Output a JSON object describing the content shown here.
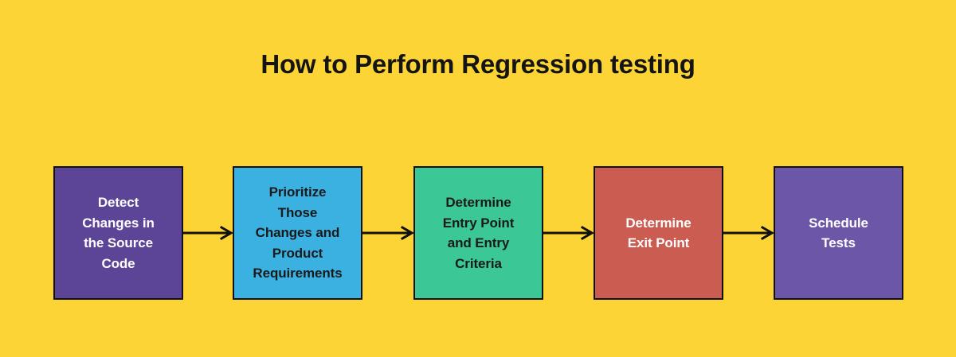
{
  "page": {
    "background_color": "#FCD435",
    "title": "How to Perform Regression testing"
  },
  "diagram": {
    "type": "horizontal-flowchart",
    "arrow_color": "#111111",
    "border_color": "#111111",
    "steps": [
      {
        "index": 1,
        "label": "Detect\nChanges in\nthe Source\nCode",
        "fill": "#5C4496",
        "text_color": "#FFFFFF"
      },
      {
        "index": 2,
        "label": "Prioritize\nThose\nChanges and\nProduct\nRequirements",
        "fill": "#3BB1E2",
        "text_color": "#1A1A1A"
      },
      {
        "index": 3,
        "label": "Determine\nEntry Point\nand Entry\nCriteria",
        "fill": "#3CC796",
        "text_color": "#1A1A1A"
      },
      {
        "index": 4,
        "label": "Determine\nExit Point",
        "fill": "#CA5C52",
        "text_color": "#FFFFFF"
      },
      {
        "index": 5,
        "label": "Schedule\nTests",
        "fill": "#6B56A8",
        "text_color": "#FFFFFF"
      }
    ],
    "connectors": [
      {
        "from": 1,
        "to": 2,
        "kind": "arrow-right"
      },
      {
        "from": 2,
        "to": 3,
        "kind": "arrow-right"
      },
      {
        "from": 3,
        "to": 4,
        "kind": "arrow-right"
      },
      {
        "from": 4,
        "to": 5,
        "kind": "arrow-right"
      }
    ]
  }
}
